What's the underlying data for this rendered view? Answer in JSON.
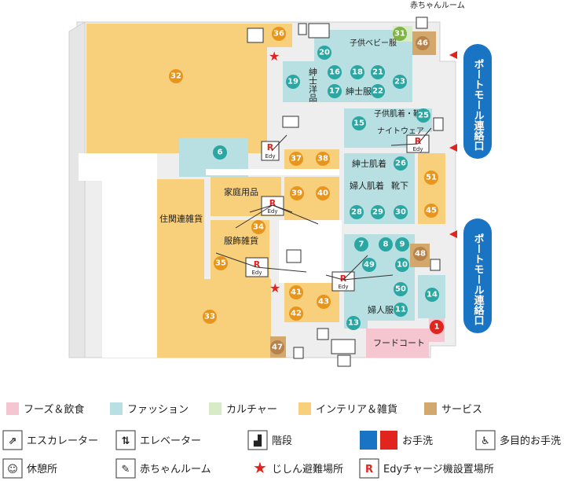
{
  "colors": {
    "food": "#f6c6d0",
    "fashion": "#b8e0e2",
    "culture": "#d6ebc6",
    "interior": "#f8cf7a",
    "service": "#d2a86c",
    "teal": "#2aa6a3",
    "orange": "#e8951d",
    "green": "#7db443",
    "brown": "#b7834a",
    "red": "#e2241f",
    "blue": "#1a74c4"
  },
  "map": {
    "zones": {
      "z_jukan": "住関連雑貨",
      "z_kaden": "家庭用品",
      "z_fukushoku": "服飾雑貨",
      "z_shinshi_yo": "紳士洋品",
      "z_shinshi_fuku": "紳士服",
      "z_kodomo": "子供ベビー服",
      "z_kodomo_hadagi": "子供肌着・靴下",
      "z_night": "ナイトウェア",
      "z_shinshi_hadagi": "紳士肌着",
      "z_fujin_hadagi": "婦人肌着",
      "z_kutsushita": "靴下",
      "z_fujin_fuku": "婦人服",
      "z_food": "フードコート",
      "akachan_room": "赤ちゃんルーム"
    },
    "port_top": "ポートモール連絡口",
    "port_bottom": "ポートモール連絡口",
    "edy": "Edy",
    "edy_r": "R",
    "numbers": [
      "1",
      "6",
      "7",
      "8",
      "9",
      "10",
      "11",
      "13",
      "14",
      "15",
      "16",
      "17",
      "18",
      "19",
      "20",
      "21",
      "22",
      "23",
      "25",
      "26",
      "28",
      "29",
      "30",
      "31",
      "32",
      "33",
      "34",
      "35",
      "36",
      "37",
      "38",
      "39",
      "40",
      "41",
      "42",
      "43",
      "45",
      "46",
      "47",
      "48",
      "49",
      "50",
      "51"
    ]
  },
  "legend": {
    "categories": [
      {
        "label": "フーズ＆飲食",
        "color": "#f6c6d0"
      },
      {
        "label": "ファッション",
        "color": "#b8e0e2"
      },
      {
        "label": "カルチャー",
        "color": "#d6ebc6"
      },
      {
        "label": "インテリア＆雑貨",
        "color": "#f8cf7a"
      },
      {
        "label": "サービス",
        "color": "#d2a86c"
      }
    ],
    "icons": [
      {
        "label": "エスカレーター",
        "icon": "escalator-icon"
      },
      {
        "label": "エレベーター",
        "icon": "elevator-icon"
      },
      {
        "label": "階段",
        "icon": "stairs-icon"
      },
      {
        "label": "お手洗",
        "icon": "restroom-icon"
      },
      {
        "label": "多目的お手洗",
        "icon": "accessible-restroom-icon"
      },
      {
        "label": "休憩所",
        "icon": "rest-area-icon"
      },
      {
        "label": "赤ちゃんルーム",
        "icon": "baby-room-icon"
      },
      {
        "label": "じしん避難場所",
        "icon": "evacuation-star-icon"
      },
      {
        "label": "Edyチャージ機設置場所",
        "icon": "edy-charge-icon"
      }
    ]
  }
}
